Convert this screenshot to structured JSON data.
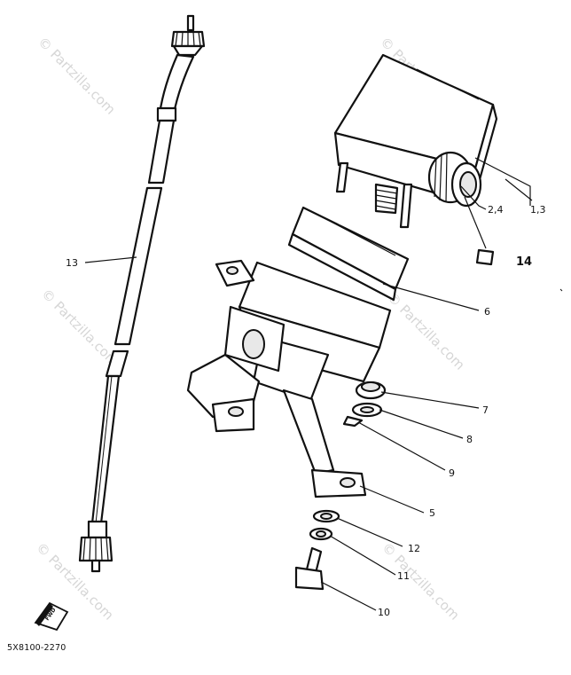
{
  "diagram": {
    "watermark": "© Partzilla.com",
    "fwd_label": "FWD",
    "part_code": "5X8100-2270",
    "callouts": [
      {
        "id": "c13",
        "text": "13"
      },
      {
        "id": "c1-3",
        "text": "1,3"
      },
      {
        "id": "c2-4",
        "text": "2,4"
      },
      {
        "id": "c14",
        "text": "14"
      },
      {
        "id": "c6",
        "text": "6"
      },
      {
        "id": "c7",
        "text": "7"
      },
      {
        "id": "c8",
        "text": "8"
      },
      {
        "id": "c9",
        "text": "9"
      },
      {
        "id": "c5",
        "text": "5"
      },
      {
        "id": "c12",
        "text": "12"
      },
      {
        "id": "c11",
        "text": "11"
      },
      {
        "id": "c10",
        "text": "10"
      }
    ]
  }
}
